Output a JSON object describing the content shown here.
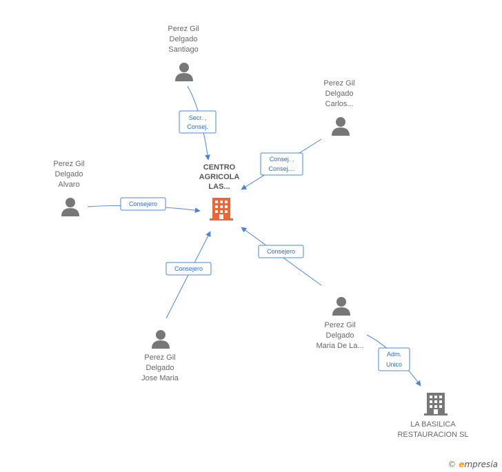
{
  "center": {
    "label_lines": [
      "CENTRO",
      "AGRICOLA",
      "LAS..."
    ],
    "color": "#f26532"
  },
  "nodes": [
    {
      "id": "santiago",
      "type": "person",
      "label_lines": [
        "Perez Gil",
        "Delgado",
        "Santiago"
      ]
    },
    {
      "id": "carlos",
      "type": "person",
      "label_lines": [
        "Perez Gil",
        "Delgado",
        "Carlos..."
      ]
    },
    {
      "id": "alvaro",
      "type": "person",
      "label_lines": [
        "Perez Gil",
        "Delgado",
        "Alvaro"
      ]
    },
    {
      "id": "josemaria",
      "type": "person",
      "label_lines": [
        "Perez Gil",
        "Delgado",
        "Jose Maria"
      ]
    },
    {
      "id": "mariadela",
      "type": "person",
      "label_lines": [
        "Perez Gil",
        "Delgado",
        "Maria De La..."
      ]
    },
    {
      "id": "basilica",
      "type": "company",
      "label_lines": [
        "LA BASILICA",
        "RESTAURACION SL"
      ]
    }
  ],
  "edges": [
    {
      "id": "e1",
      "label_lines": [
        "Secr. ,",
        "Consej."
      ]
    },
    {
      "id": "e2",
      "label_lines": [
        "Consej. ,",
        "Consej...."
      ]
    },
    {
      "id": "e3",
      "label_lines": [
        "Consejero"
      ]
    },
    {
      "id": "e4",
      "label_lines": [
        "Consejero"
      ]
    },
    {
      "id": "e5",
      "label_lines": [
        "Consejero"
      ]
    },
    {
      "id": "e6",
      "label_lines": [
        "Adm.",
        "Unico"
      ]
    }
  ],
  "colors": {
    "edge": "#4a86d6",
    "person_icon": "#777777",
    "company_icon": "#777777",
    "center_icon": "#f26532"
  },
  "footer": {
    "copyright": "©",
    "brand_initial": "e",
    "brand_rest": "mpresia"
  }
}
